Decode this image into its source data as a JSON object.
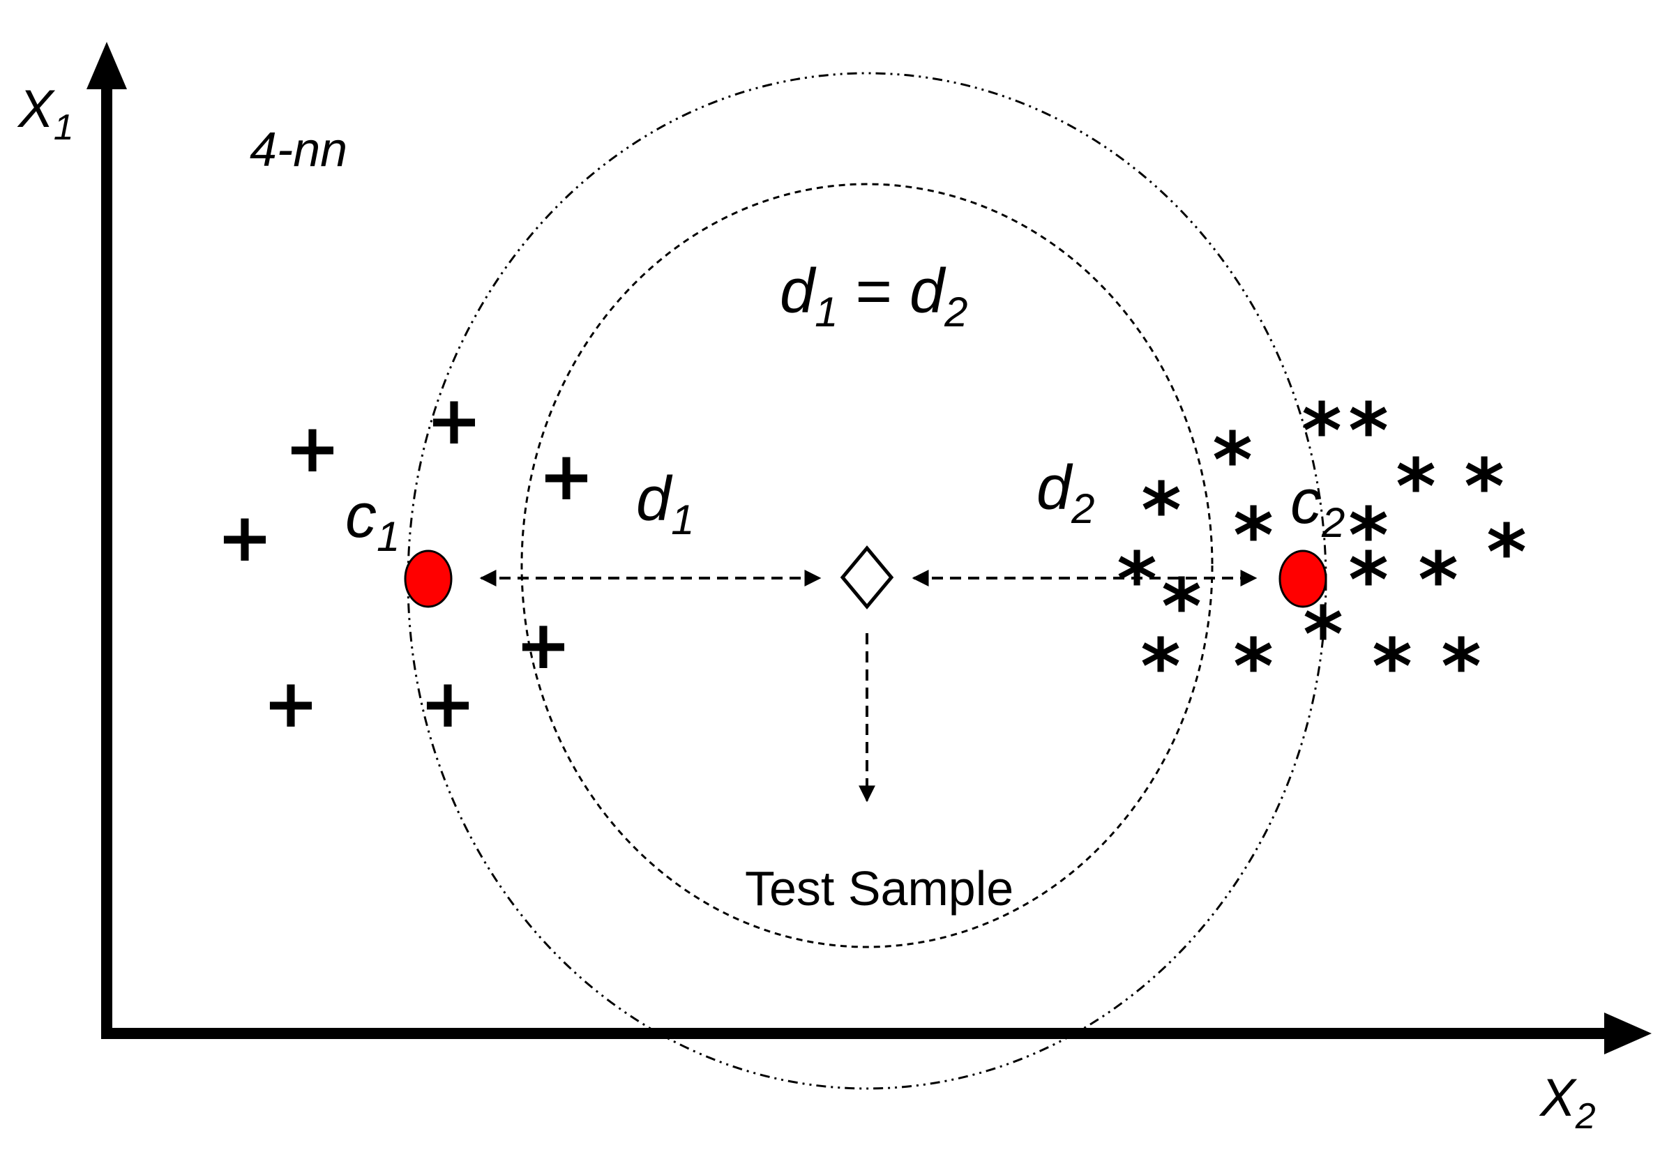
{
  "axes": {
    "y_label": "X",
    "y_sub": "1",
    "x_label": "X",
    "x_sub": "2"
  },
  "method_label": "4-nn",
  "equation": {
    "d1": "d",
    "d1_sub": "1",
    "eq": " = ",
    "d2": "d",
    "d2_sub": "2"
  },
  "distance_left": {
    "label": "d",
    "sub": "1"
  },
  "distance_right": {
    "label": "d",
    "sub": "2"
  },
  "centroid_left": {
    "label": "c",
    "sub": "1",
    "color": "#ff0000"
  },
  "centroid_right": {
    "label": "c",
    "sub": "2",
    "color": "#ff0000"
  },
  "test_sample_label": "Test Sample",
  "class_plus_symbol": "+",
  "class_star_symbol": "*"
}
